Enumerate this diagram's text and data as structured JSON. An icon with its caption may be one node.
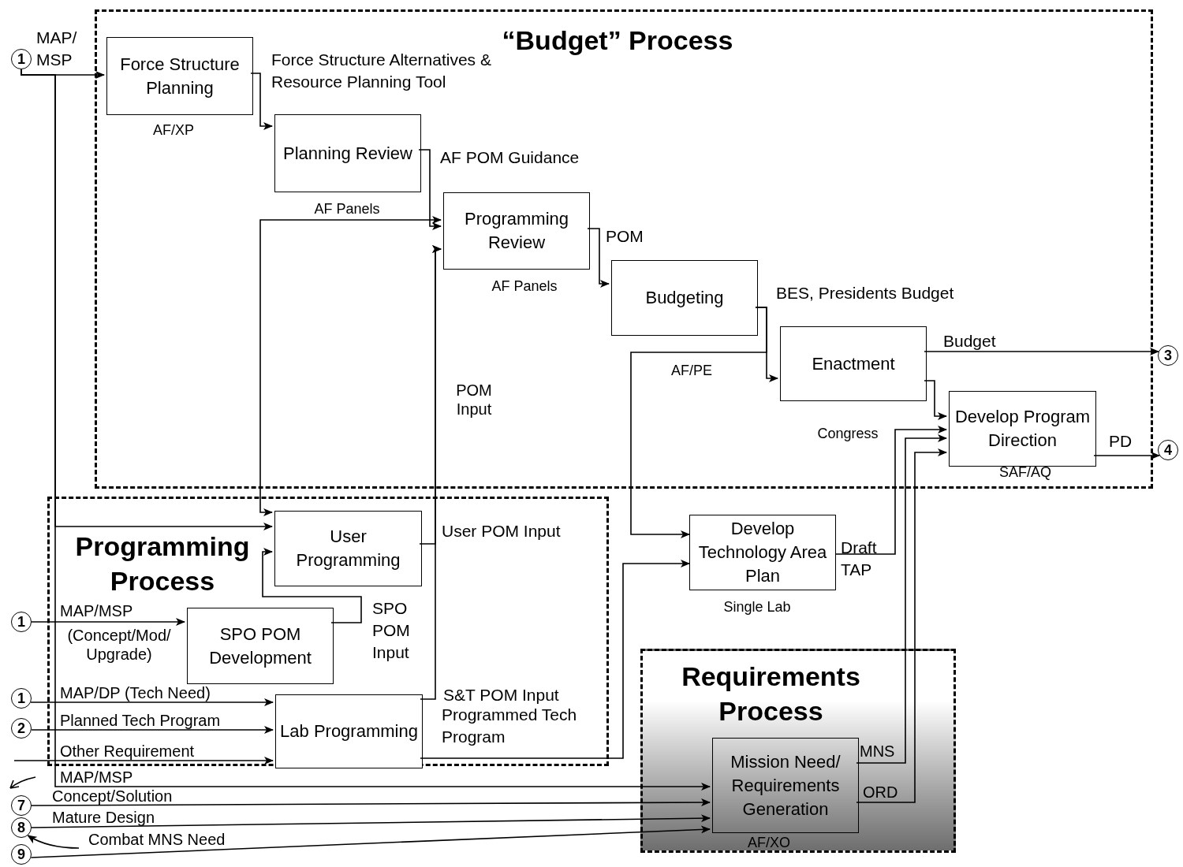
{
  "diagram": {
    "nodes": [
      {
        "text": [
          "“Budget” Process"
        ]
      },
      {
        "text": [
          "Force Structure Planning"
        ],
        "in": 0,
        "beside": [
          "AF/XP"
        ]
      },
      {
        "text": [
          "Planning Review"
        ],
        "in": 0,
        "beside": [
          "AF Panels"
        ]
      },
      {
        "text": [
          "Programming Review"
        ],
        "in": 0,
        "beside": [
          "AF Panels"
        ]
      },
      {
        "text": [
          "Budgeting"
        ],
        "in": 0,
        "beside": [
          "AF/PE"
        ]
      },
      {
        "text": [
          "Enactment"
        ],
        "in": 0,
        "beside": [
          "Congress"
        ]
      },
      {
        "text": [
          "Develop Program Direction"
        ],
        "in": 0,
        "beside": [
          "SAF/AQ"
        ]
      },
      {
        "text": [
          "Programming Process"
        ]
      },
      {
        "text": [
          "User Programming"
        ],
        "in": 7
      },
      {
        "text": [
          "SPO POM Development"
        ],
        "in": 7
      },
      {
        "text": [
          "Lab Programming"
        ],
        "in": 7
      },
      {
        "text": [
          "Develop Technology Area Plan"
        ],
        "beside": [
          "Single Lab"
        ]
      },
      {
        "text": [
          "Requirements Process"
        ]
      },
      {
        "text": [
          "Mission Need/ Requirements Generation"
        ],
        "in": 12,
        "beside": [
          "AF/XO"
        ]
      },
      {
        "text": [
          "1"
        ]
      },
      {
        "text": [
          "1"
        ]
      },
      {
        "text": [
          "1"
        ]
      },
      {
        "text": [
          "2"
        ]
      },
      {
        "text": [
          "7"
        ]
      },
      {
        "text": [
          "8"
        ]
      },
      {
        "text": [
          "9"
        ]
      },
      {
        "text": [
          "3"
        ]
      },
      {
        "text": [
          "4"
        ]
      }
    ],
    "edges": [
      {
        "from": 14,
        "to": 1,
        "arrow": "to",
        "label": "MAP/ MSP"
      },
      {
        "from": 14,
        "to": 8,
        "arrow": "to"
      },
      {
        "from": 15,
        "to": 9,
        "arrow": "to",
        "label": "MAP/MSP"
      },
      {
        "from": 14,
        "to": 13,
        "arrow": "to",
        "label": "MAP/MSP"
      },
      {
        "from": 16,
        "to": 10,
        "arrow": "to",
        "label": "MAP/DP (Tech Need)"
      },
      {
        "from": 17,
        "to": 10,
        "arrow": "to",
        "label": "Planned Tech Program"
      },
      {
        "from": null,
        "to": 10,
        "arrow": "to",
        "label": "Other Requirement"
      },
      {
        "from": 18,
        "to": 13,
        "arrow": "to",
        "label": "Concept/Solution"
      },
      {
        "from": 19,
        "to": 13,
        "arrow": "to",
        "label": "Mature Design"
      },
      {
        "from": 20,
        "to": 13,
        "arrow": "to",
        "label": "Combat MNS Need"
      },
      {
        "from": null,
        "to": 19,
        "arrow": "to"
      },
      {
        "from": 1,
        "to": 2,
        "arrow": "to",
        "label": "Force Structure Alternatives & Resource Planning Tool"
      },
      {
        "from": 2,
        "to": 3,
        "arrow": "to",
        "label": "AF POM Guidance"
      },
      {
        "from": 3,
        "to": 4,
        "arrow": "to",
        "label": "POM"
      },
      {
        "from": 4,
        "to": 5,
        "arrow": "to",
        "label": "BES, Presidents Budget"
      },
      {
        "from": 5,
        "to": 21,
        "arrow": "to",
        "label": "Budget"
      },
      {
        "from": 5,
        "to": 6,
        "arrow": "to"
      },
      {
        "from": 6,
        "to": 22,
        "arrow": "to",
        "label": "PD"
      },
      {
        "from": 8,
        "to": 3,
        "arrow": "to",
        "label": "User POM Input"
      },
      {
        "from": 10,
        "to": 3,
        "arrow": "to",
        "label": "S&T POM Input"
      },
      {
        "from": 9,
        "to": 8,
        "arrow": "to",
        "label": "SPO POM Input"
      },
      {
        "from": 3,
        "to": 8,
        "arrow": "both"
      },
      {
        "from": 4,
        "to": 11,
        "arrow": "to"
      },
      {
        "from": 10,
        "to": 11,
        "arrow": "to",
        "label": "Programmed Tech Program"
      },
      {
        "from": 11,
        "to": 6,
        "arrow": "to",
        "label": "Draft TAP"
      },
      {
        "from": 13,
        "to": 6,
        "arrow": "to",
        "label": "MNS"
      },
      {
        "from": 13,
        "to": 6,
        "arrow": "to",
        "label": "ORD"
      }
    ],
    "labels": [
      "(Concept/Mod/ Upgrade)",
      "POM Input"
    ]
  }
}
